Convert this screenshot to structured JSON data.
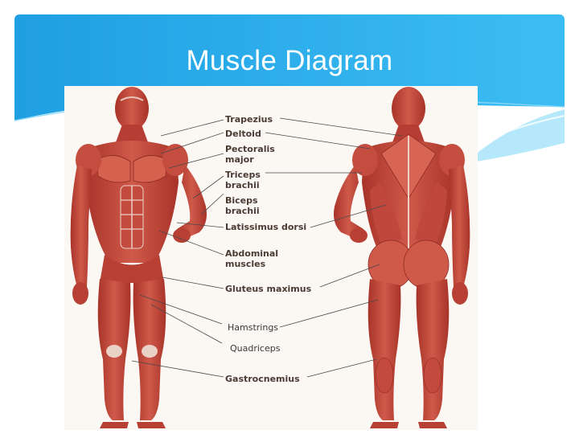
{
  "slide": {
    "title": "Muscle Diagram"
  },
  "diagram": {
    "labels": [
      {
        "id": "trapezius",
        "lines": [
          "Trapezius"
        ]
      },
      {
        "id": "deltoid",
        "lines": [
          "Deltoid"
        ]
      },
      {
        "id": "pectoralis-major",
        "lines": [
          "Pectoralis",
          "major"
        ]
      },
      {
        "id": "triceps-brachii",
        "lines": [
          "Triceps",
          "brachii"
        ]
      },
      {
        "id": "biceps-brachii",
        "lines": [
          "Biceps",
          "brachii"
        ]
      },
      {
        "id": "latissimus-dorsi",
        "lines": [
          "Latissimus dorsi"
        ]
      },
      {
        "id": "abdominal-muscles",
        "lines": [
          "Abdominal",
          "muscles"
        ]
      },
      {
        "id": "gluteus-maximus",
        "lines": [
          "Gluteus maximus"
        ]
      },
      {
        "id": "hamstrings",
        "lines": [
          "Hamstrings"
        ]
      },
      {
        "id": "quadriceps",
        "lines": [
          "Quadriceps"
        ]
      },
      {
        "id": "gastrocnemius",
        "lines": [
          "Gastrocnemius"
        ]
      }
    ]
  },
  "colors": {
    "header_blue": "#2aa7e6",
    "header_light": "#6fd0f6",
    "muscle": "#c0443a",
    "muscle_dark": "#8e2a22",
    "tendon": "#ead2c6"
  }
}
